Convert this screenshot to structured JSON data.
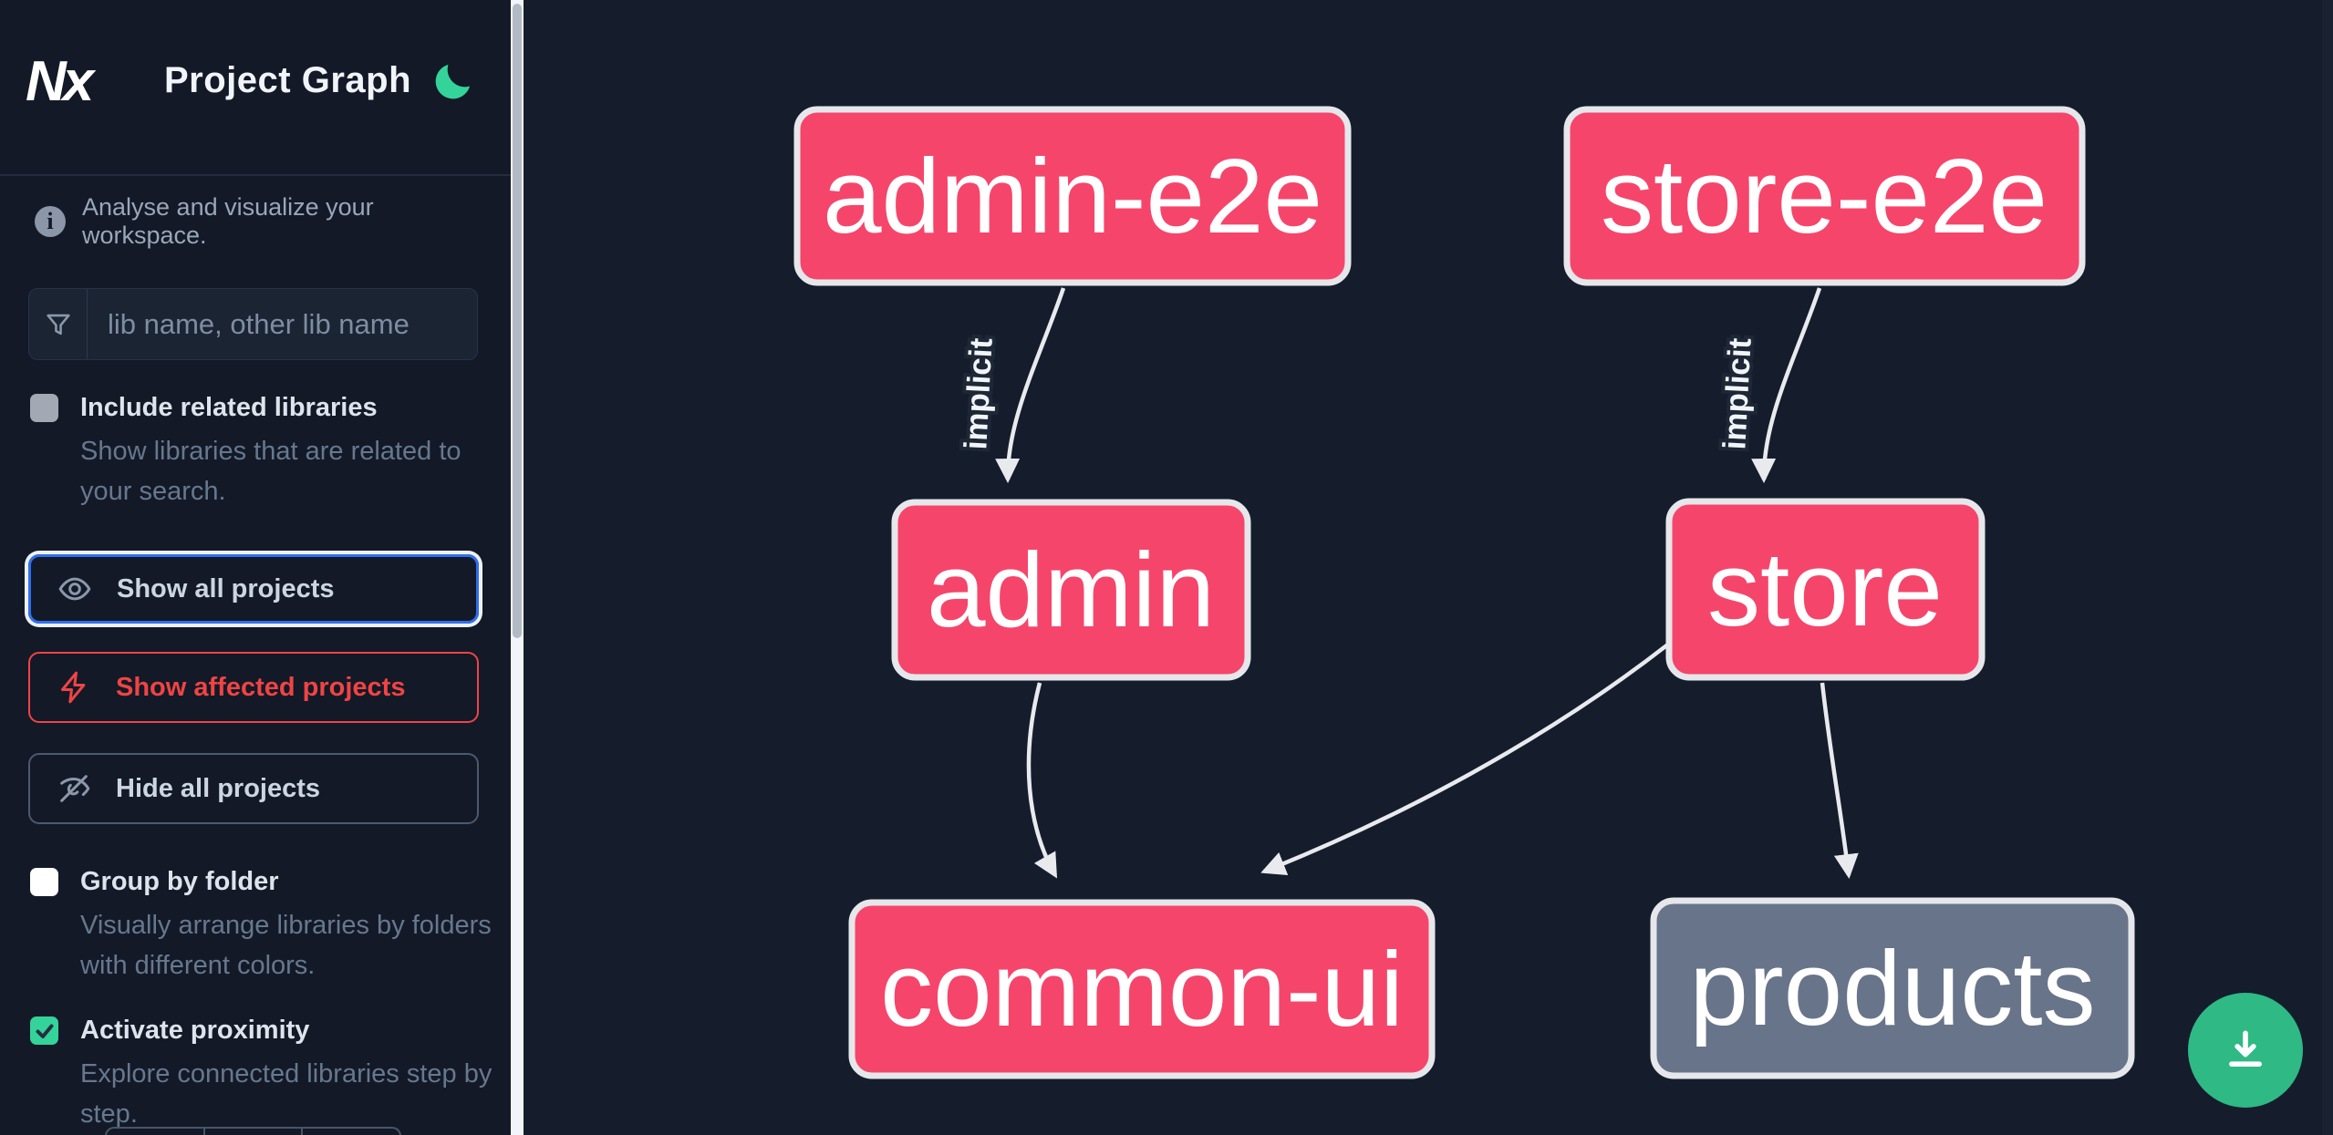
{
  "header": {
    "logo_text": "Nx",
    "title": "Project Graph",
    "theme_icon": "moon-icon"
  },
  "sidebar": {
    "info_text": "Analyse and visualize your workspace.",
    "search": {
      "placeholder": "lib name, other lib name",
      "value": "",
      "icon": "filter-funnel-icon"
    },
    "toggles": [
      {
        "label": "Include related libraries",
        "description": "Show libraries that are related to your search.",
        "checked": false
      },
      {
        "label": "Group by folder",
        "description": "Visually arrange libraries by folders with different colors.",
        "checked": false
      },
      {
        "label": "Activate proximity",
        "description": "Explore connected libraries step by step.",
        "checked": true
      }
    ],
    "buttons": [
      {
        "label": "Show all projects",
        "icon": "eye-icon",
        "state": "focused"
      },
      {
        "label": "Show affected projects",
        "icon": "lightning-icon",
        "state": "default"
      },
      {
        "label": "Hide all projects",
        "icon": "eye-off-icon",
        "state": "default"
      }
    ]
  },
  "canvas": {
    "nodes": [
      {
        "label": "admin-e2e",
        "color": "#f6456b"
      },
      {
        "label": "store-e2e",
        "color": "#f6456b"
      },
      {
        "label": "admin",
        "color": "#f6456b"
      },
      {
        "label": "store",
        "color": "#f6456b"
      },
      {
        "label": "common-ui",
        "color": "#f6456b"
      },
      {
        "label": "products",
        "color": "#68748a"
      }
    ],
    "edges": [
      {
        "from": "admin-e2e",
        "to": "admin",
        "label": "implicit"
      },
      {
        "from": "store-e2e",
        "to": "store",
        "label": "implicit"
      },
      {
        "from": "admin",
        "to": "common-ui",
        "label": ""
      },
      {
        "from": "store",
        "to": "common-ui",
        "label": ""
      },
      {
        "from": "store",
        "to": "products",
        "label": ""
      }
    ]
  },
  "fab": {
    "icon": "download-icon"
  },
  "colors": {
    "sidebar_bg": "#131927",
    "canvas_bg": "#151d2c",
    "node_pink": "#f6456b",
    "node_gray": "#68748a",
    "node_border": "#e5e7eb",
    "edge": "#e8eaee",
    "focus_blue": "#2f6feb",
    "affected_red": "#ef4444",
    "check_green": "#34d399",
    "fab_green": "#2fb984"
  }
}
